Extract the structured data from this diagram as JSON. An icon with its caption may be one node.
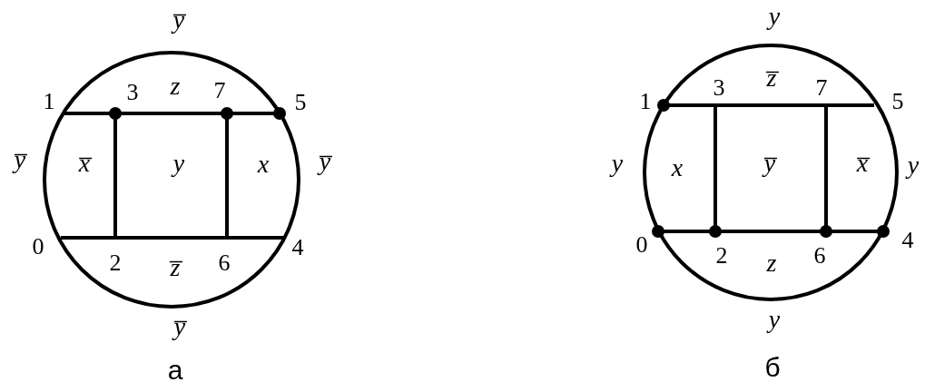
{
  "diagram": {
    "labels": [
      "y̅",
      "1",
      "3",
      "z",
      "7",
      "5",
      "y̅",
      "x̅",
      "y",
      "x",
      "y̅",
      "0",
      "2",
      "z̅",
      "6",
      "4",
      "y̅",
      "а",
      "y",
      "1",
      "3",
      "z̅",
      "7",
      "5",
      "y",
      "x",
      "y̅",
      "x̅",
      "y",
      "0",
      "2",
      "z",
      "6",
      "4",
      "y",
      "б"
    ]
  }
}
